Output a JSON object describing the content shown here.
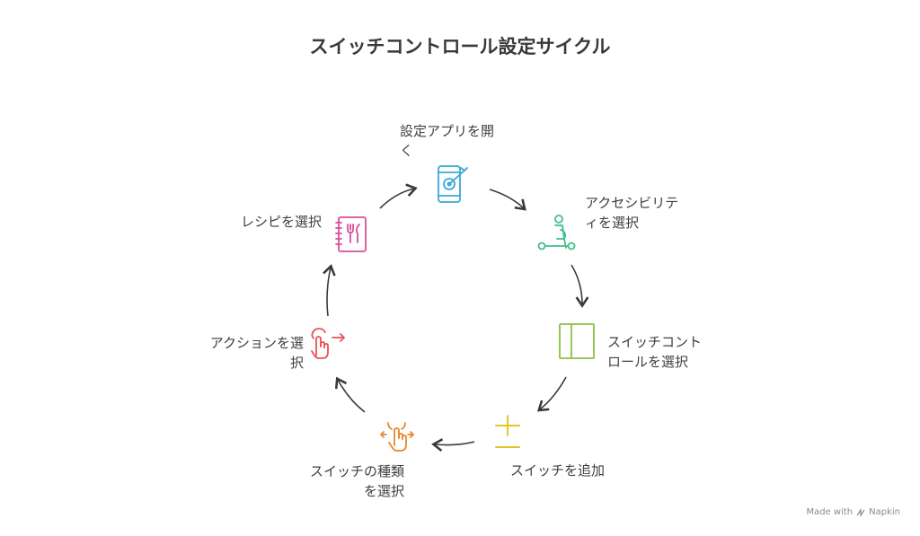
{
  "title": "スイッチコントロール設定サイクル",
  "steps": [
    {
      "line1": "設定アプリを開",
      "line2": "く",
      "icon": "smartphone-target-icon",
      "color": "#3aa7d9"
    },
    {
      "line1": "アクセシビリテ",
      "line2": "ィを選択",
      "icon": "accessibility-person-icon",
      "color": "#3dbf8a"
    },
    {
      "line1": "スイッチコント",
      "line2": "ロールを選択",
      "icon": "split-panel-icon",
      "color": "#8cc043"
    },
    {
      "line1": "スイッチを追加",
      "icon": "plus-minus-icon",
      "color": "#e5c22a"
    },
    {
      "line1": "スイッチの種類",
      "line2": "を選択",
      "icon": "tap-hand-icon",
      "color": "#e8872e"
    },
    {
      "line1": "アクションを選",
      "line2": "択",
      "icon": "hand-pointer-arrow-icon",
      "color": "#e8525a"
    },
    {
      "line1": "レシピを選択",
      "icon": "recipe-book-icon",
      "color": "#d94f9c"
    }
  ],
  "credit": "Made with",
  "credit_brand": "Napkin"
}
